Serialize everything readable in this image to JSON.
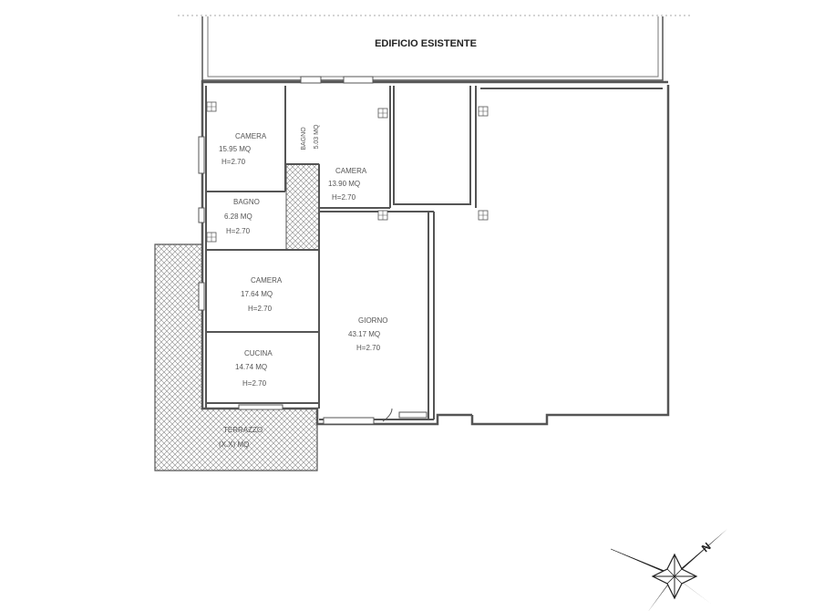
{
  "building": {
    "title": "EDIFICIO ESISTENTE"
  },
  "rooms": {
    "camera1": {
      "name": "CAMERA",
      "area": "15.95 MQ",
      "height": "H=2.70"
    },
    "bagno1": {
      "name": "BAGNO",
      "area": "5.03 MQ"
    },
    "camera2": {
      "name": "CAMERA",
      "area": "13.90 MQ",
      "height": "H=2.70"
    },
    "bagno2": {
      "name": "BAGNO",
      "area": "6.28 MQ",
      "height": "H=2.70"
    },
    "camera3": {
      "name": "CAMERA",
      "area": "17.64 MQ",
      "height": "H=2.70"
    },
    "cucina": {
      "name": "CUCINA",
      "area": "14.74 MQ",
      "height": "H=2.70"
    },
    "giorno": {
      "name": "GIORNO",
      "area": "43.17 MQ",
      "height": "H=2.70"
    },
    "terrazzo": {
      "name": "TERRAZZO",
      "area": "(X.X) MQ"
    }
  },
  "compass": {
    "north": "N",
    "icon": "compass-rose-icon"
  },
  "colors": {
    "line": "#555555",
    "hatch": "#999999"
  }
}
